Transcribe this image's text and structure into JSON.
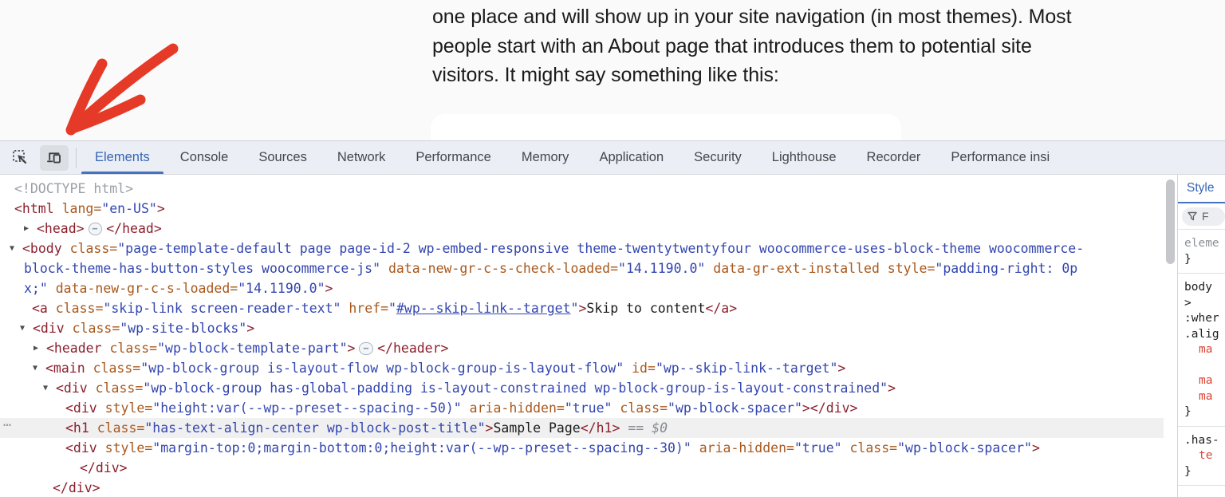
{
  "page": {
    "paragraph_lines": [
      "one place and will show up in your site navigation (in most themes). Most",
      "people start with an About page that introduces them to potential site",
      "visitors. It might say something like this:"
    ],
    "annotation": {
      "arrow_color": "#e63a28",
      "points_at": "toggle-device-toolbar-button"
    }
  },
  "devtools": {
    "toolbar": {
      "icons": [
        {
          "name": "inspect-cursor-icon"
        },
        {
          "name": "device-toolbar-icon",
          "active": true
        }
      ],
      "tabs": [
        "Elements",
        "Console",
        "Sources",
        "Network",
        "Performance",
        "Memory",
        "Application",
        "Security",
        "Lighthouse",
        "Recorder",
        "Performance insi"
      ],
      "active_tab": "Elements"
    },
    "colors": {
      "tag": "#8c1f2d",
      "attribute": "#a9581c",
      "value": "#3346af",
      "accent_blue": "#3565b6",
      "property_red": "#dc4437",
      "toolbar_bg": "#ebeef4"
    },
    "code": {
      "lines": [
        {
          "indent": 18,
          "tokens": [
            {
              "c": "gray",
              "t": "<!DOCTYPE html>"
            }
          ]
        },
        {
          "indent": 18,
          "tokens": [
            {
              "c": "tag",
              "t": "<html"
            },
            {
              "c": "attr",
              "t": " lang="
            },
            {
              "c": "val",
              "t": "\"en-US\""
            },
            {
              "c": "tag",
              "t": ">"
            }
          ]
        },
        {
          "indent": 46,
          "arrow": "right",
          "tokens": [
            {
              "c": "tag",
              "t": "<head>"
            },
            {
              "c": "badge",
              "t": "⋯"
            },
            {
              "c": "tag",
              "t": "</head>"
            }
          ]
        },
        {
          "indent": 28,
          "arrow": "down",
          "tokens": [
            {
              "c": "tag",
              "t": "<body"
            },
            {
              "c": "attr",
              "t": " class="
            },
            {
              "c": "val",
              "t": "\"page-template-default page page-id-2 wp-embed-responsive theme-twentytwentyfour woocommerce-uses-block-theme woocommerce-"
            }
          ]
        },
        {
          "indent": 30,
          "tokens": [
            {
              "c": "val",
              "t": "block-theme-has-button-styles woocommerce-js\""
            },
            {
              "c": "attr",
              "t": " data-new-gr-c-s-check-loaded="
            },
            {
              "c": "val",
              "t": "\"14.1190.0\""
            },
            {
              "c": "attr",
              "t": " data-gr-ext-installed style="
            },
            {
              "c": "val",
              "t": "\"padding-right: 0p"
            }
          ]
        },
        {
          "indent": 30,
          "tokens": [
            {
              "c": "val",
              "t": "x;\""
            },
            {
              "c": "attr",
              "t": " data-new-gr-c-s-loaded="
            },
            {
              "c": "val",
              "t": "\"14.1190.0\""
            },
            {
              "c": "tag",
              "t": ">"
            }
          ]
        },
        {
          "indent": 40,
          "tokens": [
            {
              "c": "tag",
              "t": "<a"
            },
            {
              "c": "attr",
              "t": " class="
            },
            {
              "c": "val",
              "t": "\"skip-link screen-reader-text\""
            },
            {
              "c": "attr",
              "t": " href="
            },
            {
              "c": "val",
              "t": "\""
            },
            {
              "c": "link",
              "t": "#wp--skip-link--target"
            },
            {
              "c": "val",
              "t": "\""
            },
            {
              "c": "tag",
              "t": ">"
            },
            {
              "c": "txt",
              "t": "Skip to content"
            },
            {
              "c": "tag",
              "t": "</a>"
            }
          ]
        },
        {
          "indent": 41,
          "arrow": "down",
          "tokens": [
            {
              "c": "tag",
              "t": "<div"
            },
            {
              "c": "attr",
              "t": " class="
            },
            {
              "c": "val",
              "t": "\"wp-site-blocks\""
            },
            {
              "c": "tag",
              "t": ">"
            }
          ]
        },
        {
          "indent": 58,
          "arrow": "right",
          "tokens": [
            {
              "c": "tag",
              "t": "<header"
            },
            {
              "c": "attr",
              "t": " class="
            },
            {
              "c": "val",
              "t": "\"wp-block-template-part\""
            },
            {
              "c": "tag",
              "t": ">"
            },
            {
              "c": "badge",
              "t": "⋯"
            },
            {
              "c": "tag",
              "t": "</header>"
            }
          ]
        },
        {
          "indent": 57,
          "arrow": "down",
          "tokens": [
            {
              "c": "tag",
              "t": "<main"
            },
            {
              "c": "attr",
              "t": " class="
            },
            {
              "c": "val",
              "t": "\"wp-block-group is-layout-flow wp-block-group-is-layout-flow\""
            },
            {
              "c": "attr",
              "t": " id="
            },
            {
              "c": "val",
              "t": "\"wp--skip-link--target\""
            },
            {
              "c": "tag",
              "t": ">"
            }
          ]
        },
        {
          "indent": 70,
          "arrow": "down",
          "tokens": [
            {
              "c": "tag",
              "t": "<div"
            },
            {
              "c": "attr",
              "t": " class="
            },
            {
              "c": "val",
              "t": "\"wp-block-group has-global-padding is-layout-constrained wp-block-group-is-layout-constrained\""
            },
            {
              "c": "tag",
              "t": ">"
            }
          ]
        },
        {
          "indent": 82,
          "tokens": [
            {
              "c": "tag",
              "t": "<div"
            },
            {
              "c": "attr",
              "t": " style="
            },
            {
              "c": "val",
              "t": "\"height:var(--wp--preset--spacing--50)\""
            },
            {
              "c": "attr",
              "t": " aria-hidden="
            },
            {
              "c": "val",
              "t": "\"true\""
            },
            {
              "c": "attr",
              "t": " class="
            },
            {
              "c": "val",
              "t": "\"wp-block-spacer\""
            },
            {
              "c": "tag",
              "t": "></div>"
            }
          ]
        },
        {
          "indent": 82,
          "selected": true,
          "gutter": "⋯",
          "tokens": [
            {
              "c": "tag",
              "t": "<h1"
            },
            {
              "c": "attr",
              "t": " class="
            },
            {
              "c": "val",
              "t": "\"has-text-align-center wp-block-post-title\""
            },
            {
              "c": "tag",
              "t": ">"
            },
            {
              "c": "txt",
              "t": "Sample Page"
            },
            {
              "c": "tag",
              "t": "</h1>"
            },
            {
              "c": "meta",
              "t": " == $0"
            }
          ]
        },
        {
          "indent": 82,
          "tokens": [
            {
              "c": "tag",
              "t": "<div"
            },
            {
              "c": "attr",
              "t": " style="
            },
            {
              "c": "val",
              "t": "\"margin-top:0;margin-bottom:0;height:var(--wp--preset--spacing--30)\""
            },
            {
              "c": "attr",
              "t": " aria-hidden="
            },
            {
              "c": "val",
              "t": "\"true\""
            },
            {
              "c": "attr",
              "t": " class="
            },
            {
              "c": "val",
              "t": "\"wp-block-spacer\""
            },
            {
              "c": "tag",
              "t": ">"
            }
          ]
        },
        {
          "indent": 100,
          "tokens": [
            {
              "c": "tag",
              "t": "</div>"
            }
          ]
        },
        {
          "indent": 66,
          "tokens": [
            {
              "c": "tag",
              "t": "</div>"
            }
          ]
        }
      ]
    },
    "styles_pane": {
      "tab_label": "Style",
      "filter_placeholder": "F",
      "sections": [
        {
          "lines": [
            {
              "c": "gray",
              "t": "eleme"
            },
            {
              "c": "plain",
              "t": "}"
            }
          ]
        },
        {
          "lines": [
            {
              "c": "plain",
              "t": "body"
            },
            {
              "c": "plain",
              "t": ">"
            },
            {
              "c": "plain",
              "t": ":wher"
            },
            {
              "c": "plain",
              "t": ".alig"
            },
            {
              "c": "prop",
              "t": "ma"
            },
            {
              "c": "plain",
              "t": ""
            },
            {
              "c": "prop",
              "t": "ma"
            },
            {
              "c": "prop",
              "t": "ma"
            },
            {
              "c": "plain",
              "t": "}"
            }
          ]
        },
        {
          "lines": [
            {
              "c": "plain",
              "t": ".has-"
            },
            {
              "c": "prop",
              "t": "te"
            },
            {
              "c": "plain",
              "t": "}"
            }
          ]
        }
      ]
    }
  }
}
